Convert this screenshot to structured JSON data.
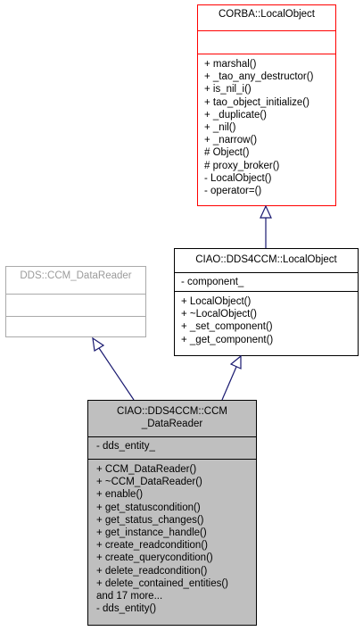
{
  "corba_local_object": {
    "title": "CORBA::LocalObject",
    "attributes": [],
    "methods": [
      "+ marshal()",
      "+ _tao_any_destructor()",
      "+ is_nil_i()",
      "+ tao_object_initialize()",
      "+ _duplicate()",
      "+ _nil()",
      "+ _narrow()",
      "# Object()",
      "# proxy_broker()",
      "- LocalObject()",
      "- operator=()"
    ]
  },
  "dds_ccm_data_reader": {
    "title": "DDS::CCM_DataReader",
    "attributes": [],
    "methods": []
  },
  "ciao_local_object": {
    "title": "CIAO::DDS4CCM::LocalObject",
    "attributes": [
      "- component_"
    ],
    "methods": [
      "+ LocalObject()",
      "+ ~LocalObject()",
      "+ _set_component()",
      "+ _get_component()"
    ]
  },
  "ciao_ccm_data_reader": {
    "title_line1": "CIAO::DDS4CCM::CCM",
    "title_line2": "_DataReader",
    "attributes": [
      "- dds_entity_"
    ],
    "methods": [
      "+ CCM_DataReader()",
      "+ ~CCM_DataReader()",
      "+ enable()",
      "+ get_statuscondition()",
      "+ get_status_changes()",
      "+ get_instance_handle()",
      "+ create_readcondition()",
      "+ create_querycondition()",
      "+ delete_readcondition()",
      "+ delete_contained_entities()",
      "and 17 more...",
      "- dds_entity()"
    ]
  },
  "colors": {
    "incomplete_border": "#ff0000",
    "external_border": "#aaaaaa",
    "focus_fill": "#bfbfbf",
    "edge": "#191970"
  }
}
